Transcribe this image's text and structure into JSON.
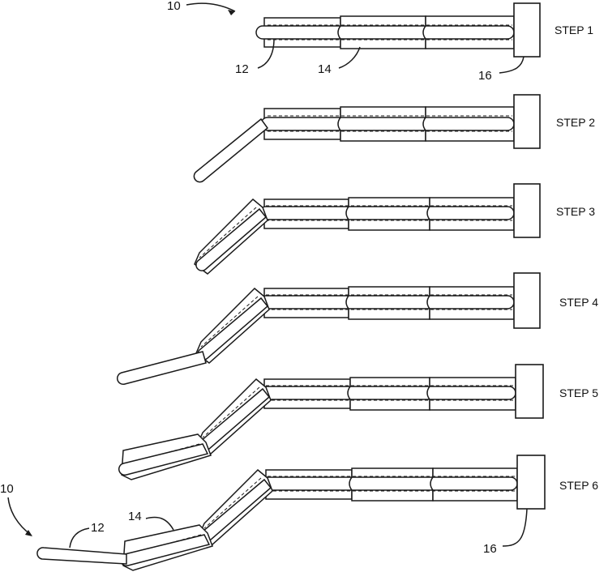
{
  "steps": [
    {
      "label": "STEP 1",
      "segments_bent": 0,
      "tip_bent": false
    },
    {
      "label": "STEP 2",
      "segments_bent": 0,
      "tip_bent": true
    },
    {
      "label": "STEP 3",
      "segments_bent": 1,
      "tip_bent": false
    },
    {
      "label": "STEP 4",
      "segments_bent": 1,
      "tip_bent": true
    },
    {
      "label": "STEP 5",
      "segments_bent": 2,
      "tip_bent": false
    },
    {
      "label": "STEP 6",
      "segments_bent": 2,
      "tip_bent": true
    }
  ],
  "reference_numerals": {
    "device": "10",
    "tube": "12",
    "segment": "14",
    "base": "16"
  }
}
